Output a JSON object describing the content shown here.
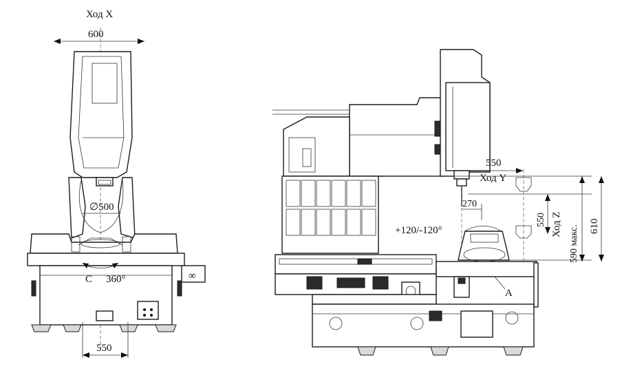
{
  "front_view": {
    "x_travel_label": "Ход X",
    "x_travel_value": "600",
    "diameter_value": "∅500",
    "c_label": "C",
    "c_value": "360°",
    "width_value": "550",
    "infinity_label": "∞"
  },
  "side_view": {
    "y_travel_value": "550",
    "y_travel_label": "Ход Y",
    "z_travel_label": "Ход Z",
    "z_travel_value": "550",
    "z_max_label": "590 макс.",
    "height_value": "610",
    "offset_value": "270",
    "tilt_label": "+120/-120°",
    "point_label": "A"
  }
}
